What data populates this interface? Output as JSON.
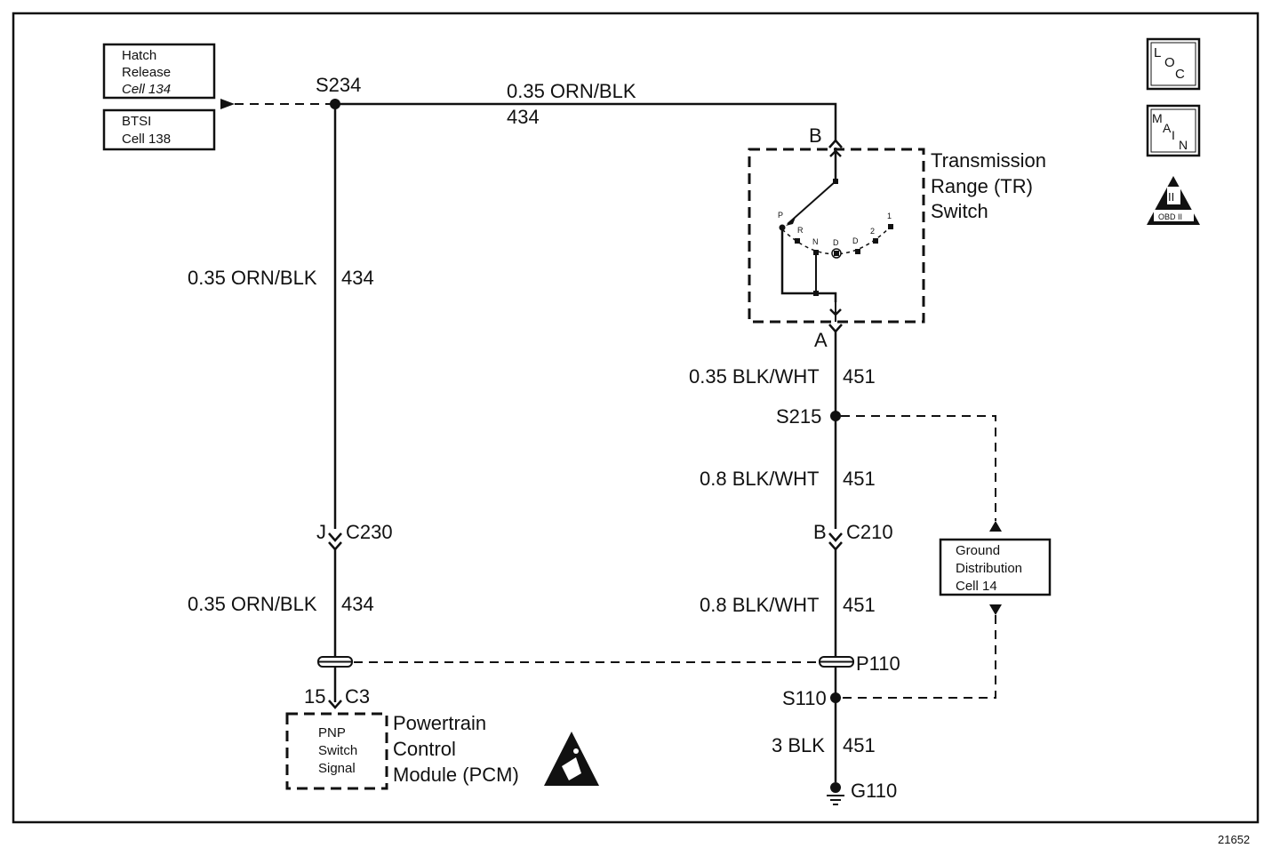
{
  "refs": {
    "hatch": [
      "Hatch",
      "Release",
      "Cell 134"
    ],
    "btsi": [
      "BTSI",
      "Cell 138"
    ],
    "ground_dist": [
      "Ground",
      "Distribution",
      "Cell 14"
    ],
    "pnp": [
      "PNP",
      "Switch",
      "Signal"
    ]
  },
  "splices": {
    "s234": "S234",
    "s215": "S215",
    "s110": "S110"
  },
  "wires": {
    "top": [
      "0.35 ORN/BLK",
      "434"
    ],
    "left_upper": [
      "0.35 ORN/BLK",
      "434"
    ],
    "left_lower": [
      "0.35 ORN/BLK",
      "434"
    ],
    "right_1": [
      "0.35 BLK/WHT",
      "451"
    ],
    "right_2": [
      "0.8 BLK/WHT",
      "451"
    ],
    "right_3": [
      "0.8 BLK/WHT",
      "451"
    ],
    "right_4": [
      "3 BLK",
      "451"
    ]
  },
  "connectors": {
    "c230": [
      "J",
      "C230"
    ],
    "c210": [
      "B",
      "C210"
    ],
    "c3": [
      "15",
      "C3"
    ],
    "p110": "P110",
    "tr_b": "B",
    "tr_a": "A"
  },
  "components": {
    "tr_switch": [
      "Transmission",
      "Range (TR)",
      "Switch"
    ],
    "pcm": [
      "Powertrain",
      "Control",
      "Module (PCM)"
    ]
  },
  "switch_positions": [
    "P",
    "R",
    "N",
    "D",
    "D",
    "2",
    "1"
  ],
  "ground": "G110",
  "icons": {
    "loc": [
      "L",
      "O",
      "C"
    ],
    "main": [
      "M",
      "A",
      "I",
      "N"
    ],
    "obd": [
      "II",
      "OBD II"
    ]
  },
  "figure_number": "21652"
}
